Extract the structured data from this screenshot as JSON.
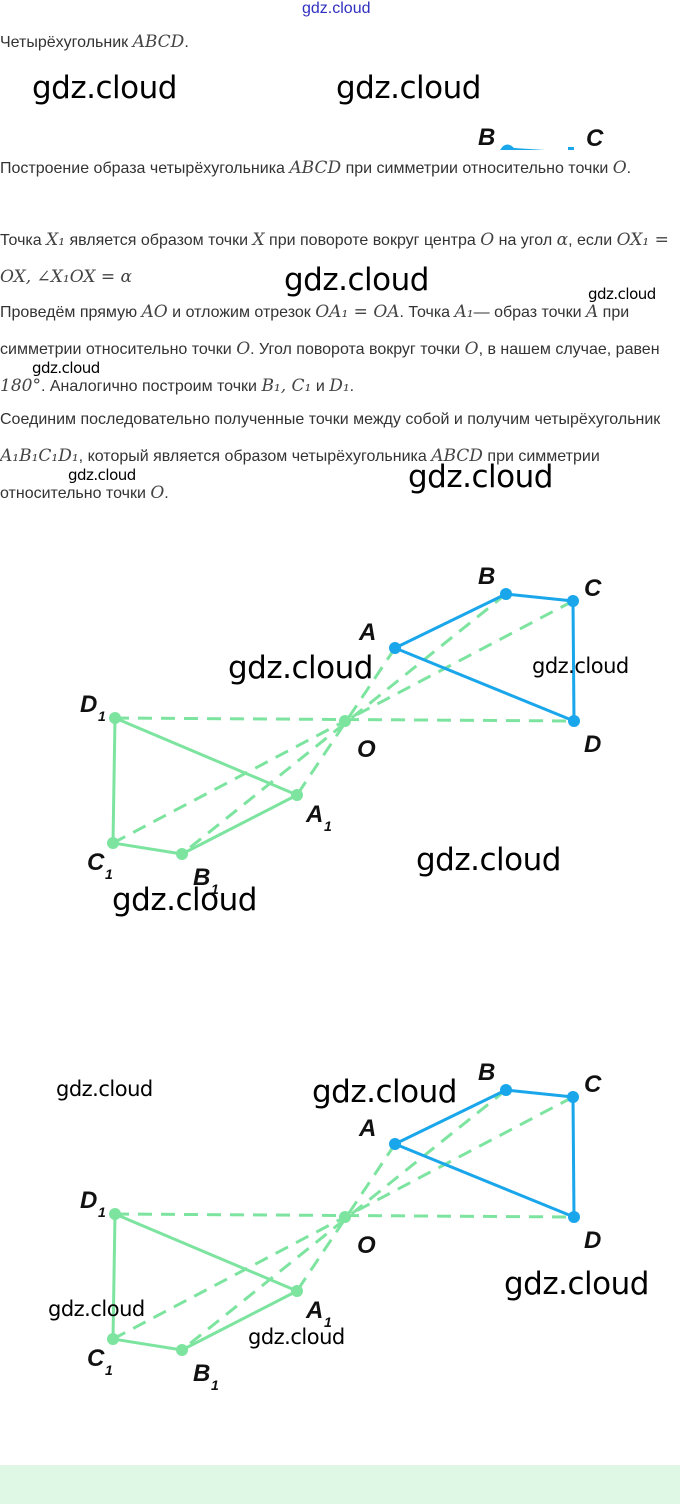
{
  "watermark": "gdz.cloud",
  "paragraphs": [
    [
      [
        "t",
        "Четырёхугольник "
      ],
      [
        "m",
        "ABCD"
      ],
      [
        "t",
        "."
      ]
    ],
    [
      [
        "t",
        "Построение образа четырёхугольника "
      ],
      [
        "m",
        "ABCD"
      ],
      [
        "t",
        " при симметрии относительно точки "
      ],
      [
        "m",
        "O"
      ],
      [
        "t",
        "."
      ]
    ],
    [
      [
        "t",
        "Точка "
      ],
      [
        "m",
        "X₁"
      ],
      [
        "t",
        " является образом точки "
      ],
      [
        "m",
        "X"
      ],
      [
        "t",
        " при повороте вокруг центра "
      ],
      [
        "m",
        "O"
      ],
      [
        "t",
        " на угол "
      ],
      [
        "m",
        "α"
      ],
      [
        "t",
        ", если "
      ],
      [
        "m",
        "OX₁ = OX, ∠X₁OX = α"
      ]
    ],
    [
      [
        "t",
        "Проведём прямую "
      ],
      [
        "m",
        "AO"
      ],
      [
        "t",
        " и отложим отрезок "
      ],
      [
        "m",
        "OA₁ = OA"
      ],
      [
        "t",
        ". Точка "
      ],
      [
        "m",
        "A₁"
      ],
      [
        "t",
        "— образ точки "
      ],
      [
        "m",
        "A"
      ],
      [
        "t",
        " при симметрии относительно точки "
      ],
      [
        "m",
        "O"
      ],
      [
        "t",
        ". Угол поворота вокруг точки "
      ],
      [
        "m",
        "O"
      ],
      [
        "t",
        ", в нашем случае, равен "
      ],
      [
        "m",
        "180°"
      ],
      [
        "t",
        ". Аналогично построим точки "
      ],
      [
        "m",
        "B₁, C₁"
      ],
      [
        "t",
        " и "
      ],
      [
        "m",
        "D₁"
      ],
      [
        "t",
        "."
      ]
    ],
    [
      [
        "t",
        "Соединим последовательно полученные точки между собой и получим четырёхугольник "
      ],
      [
        "m",
        "A₁B₁C₁D₁"
      ],
      [
        "t",
        ", который является образом четырёхугольника "
      ],
      [
        "m",
        "ABCD"
      ],
      [
        "t",
        " при симметрии относительно точки "
      ],
      [
        "m",
        "O"
      ],
      [
        "t",
        "."
      ]
    ]
  ],
  "labels": {
    "A": "A",
    "B": "B",
    "C": "C",
    "D": "D",
    "O": "O",
    "A1": "A",
    "B1": "B",
    "C1": "C",
    "D1": "D",
    "one": "1"
  },
  "colors": {
    "original": "#1aa6ea",
    "image": "#7de4a0",
    "footer": "#dff8e6"
  }
}
